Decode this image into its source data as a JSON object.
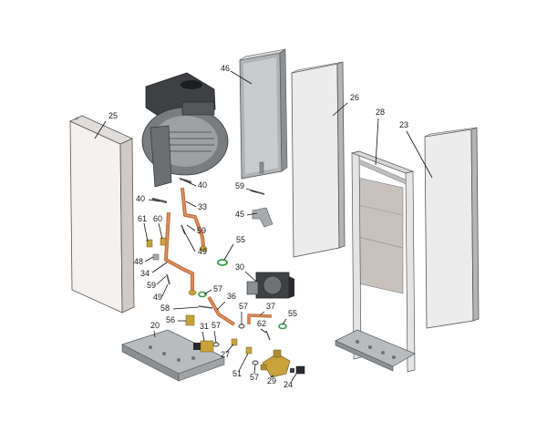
{
  "colors": {
    "panel_face": "#ececec",
    "panel_light": "#f4f2ef",
    "panel_dark": "#9a9a9a",
    "plate": "#c8c2bc",
    "metal": "#b0b2b4",
    "metal_dark": "#6f7174",
    "copper": "#c0703e",
    "copper_light": "#e09a68",
    "brass": "#c9a23a",
    "green": "#3c9a4c",
    "fan_dark": "#3e4044"
  },
  "parts": [
    {
      "id": "p25",
      "label": "25",
      "icon": "front-panel-left"
    },
    {
      "id": "p46",
      "label": "46",
      "icon": "expansion-tank"
    },
    {
      "id": "p26",
      "label": "26",
      "icon": "side-panel"
    },
    {
      "id": "p28",
      "label": "28",
      "icon": "frame"
    },
    {
      "id": "p23",
      "label": "23",
      "icon": "side-panel-right"
    },
    {
      "id": "p40a",
      "label": "40",
      "icon": "sensor-probe"
    },
    {
      "id": "p40b",
      "label": "40",
      "icon": "sensor-probe"
    },
    {
      "id": "p59a",
      "label": "59",
      "icon": "clip"
    },
    {
      "id": "p33",
      "label": "33",
      "icon": "copper-pipe"
    },
    {
      "id": "p45",
      "label": "45",
      "icon": "bracket"
    },
    {
      "id": "p61",
      "label": "61",
      "icon": "fitting"
    },
    {
      "id": "p60",
      "label": "60",
      "icon": "fitting"
    },
    {
      "id": "p59b",
      "label": "59",
      "icon": "clip"
    },
    {
      "id": "p55a",
      "label": "55",
      "icon": "o-ring"
    },
    {
      "id": "p48",
      "label": "48",
      "icon": "fitting"
    },
    {
      "id": "p49a",
      "label": "49",
      "icon": "clip"
    },
    {
      "id": "p34",
      "label": "34",
      "icon": "copper-pipe"
    },
    {
      "id": "p30",
      "label": "30",
      "icon": "pump"
    },
    {
      "id": "p59c",
      "label": "59",
      "icon": "clip"
    },
    {
      "id": "p49b",
      "label": "49",
      "icon": "clip"
    },
    {
      "id": "p57a",
      "label": "57",
      "icon": "o-ring"
    },
    {
      "id": "p58",
      "label": "58",
      "icon": "clip"
    },
    {
      "id": "p36",
      "label": "36",
      "icon": "copper-pipe"
    },
    {
      "id": "p57b",
      "label": "57",
      "icon": "o-ring"
    },
    {
      "id": "p37",
      "label": "37",
      "icon": "copper-pipe"
    },
    {
      "id": "p55b",
      "label": "55",
      "icon": "o-ring"
    },
    {
      "id": "p56",
      "label": "56",
      "icon": "valve"
    },
    {
      "id": "p20",
      "label": "20",
      "icon": "bottom-tray"
    },
    {
      "id": "p31",
      "label": "31",
      "icon": "valve"
    },
    {
      "id": "p57c",
      "label": "57",
      "icon": "o-ring"
    },
    {
      "id": "p62",
      "label": "62",
      "icon": "clip"
    },
    {
      "id": "p27",
      "label": "27",
      "icon": "fitting"
    },
    {
      "id": "p51",
      "label": "51",
      "icon": "fitting"
    },
    {
      "id": "p57d",
      "label": "57",
      "icon": "o-ring"
    },
    {
      "id": "p29",
      "label": "29",
      "icon": "hydraulic-block"
    },
    {
      "id": "p24",
      "label": "24",
      "icon": "connector"
    }
  ]
}
